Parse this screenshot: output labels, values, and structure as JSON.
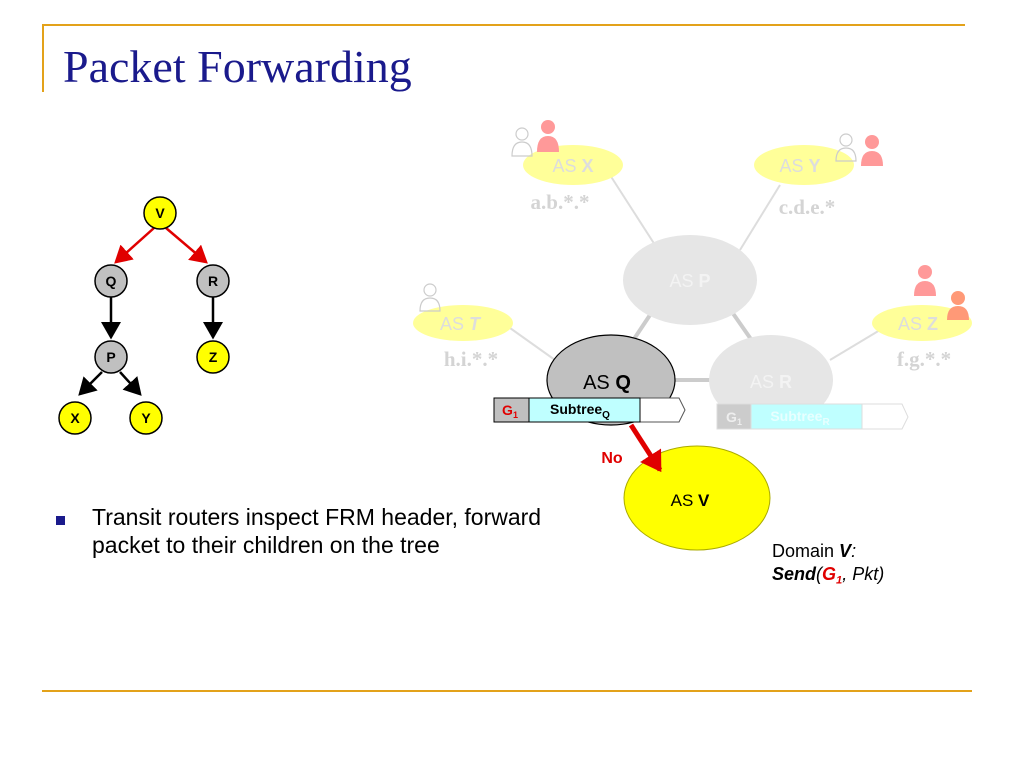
{
  "title": "Packet Forwarding",
  "bullet": "Transit routers inspect FRM header, forward packet to their children on the tree",
  "tree": {
    "nodes": [
      "V",
      "Q",
      "R",
      "P",
      "Z",
      "X",
      "Y"
    ]
  },
  "network": {
    "as_prefix": "AS",
    "nodes": {
      "X": "X",
      "Y": "Y",
      "T": "T",
      "Z": "Z",
      "P": "P",
      "Q": "Q",
      "R": "R",
      "V": "V"
    },
    "prefixes": {
      "X": "a.b.*.*",
      "Y": "c.d.e.*",
      "T": "h.i.*.*",
      "Z": "f.g.*.*"
    },
    "header_q": {
      "group": "G",
      "group_sub": "1",
      "subtree": "Subtree",
      "subtree_sub": "Q"
    },
    "header_r": {
      "group": "G",
      "group_sub": "1",
      "subtree": "Subtree",
      "subtree_sub": "R"
    },
    "decision": "No"
  },
  "domain": {
    "label": "Domain",
    "name": "V",
    "colon": ":",
    "send": "Send",
    "open_paren": "(",
    "group": "G",
    "group_sub": "1",
    "rest": ", Pkt)"
  },
  "colors": {
    "frame": "#e3a21a",
    "title": "#1a1a8c",
    "tree_edge_red": "#e00000",
    "highlight_yellow": "#ffff00",
    "router_gray": "#c0c0c0",
    "subtree_cyan": "#bfffff"
  }
}
